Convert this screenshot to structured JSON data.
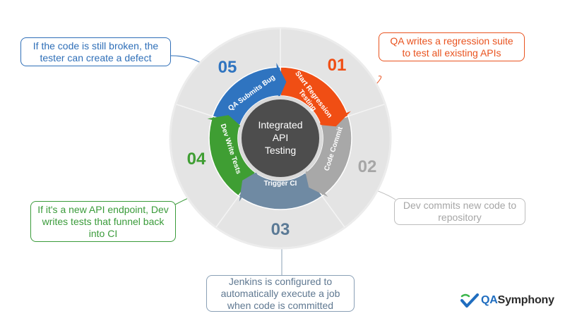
{
  "center": {
    "line1": "Integrated",
    "line2": "API",
    "line3": "Testing"
  },
  "steps": [
    {
      "number": "01",
      "label_line1": "Start Regression",
      "label_line2": "Testing",
      "color": "#f04e14",
      "note": "QA writes a regression suite to test all existing APIs"
    },
    {
      "number": "02",
      "label_line1": "Code Commit",
      "color": "#a8a8a8",
      "note": "Dev commits new code to repository"
    },
    {
      "number": "03",
      "label_line1": "Trigger CI",
      "color": "#6f8aa3",
      "note": "Jenkins is configured to automatically execute a job when code is committed"
    },
    {
      "number": "04",
      "label_line1": "Dev Write Tests",
      "color": "#3f9e33",
      "note": "If it's a new API endpoint, Dev writes tests that funnel back into CI"
    },
    {
      "number": "05",
      "label_line1": "QA Submits Bug",
      "color": "#2f74c0",
      "note": "If the code is still broken, the tester can create a defect"
    }
  ],
  "colors": {
    "outer_ring": "#e4e4e4",
    "outer_edge": "#ebebeb",
    "center_disc": "#4d4d4d",
    "center_ring": "#d9d9d9",
    "number_01": "#f04e14",
    "number_02": "#a6a6a6",
    "number_03": "#5b7a96",
    "number_04": "#3f9e33",
    "number_05": "#2f74c0"
  },
  "brand": {
    "prefix": "QA",
    "suffix": "Symphony",
    "logo_icon": "check-wave-icon"
  }
}
